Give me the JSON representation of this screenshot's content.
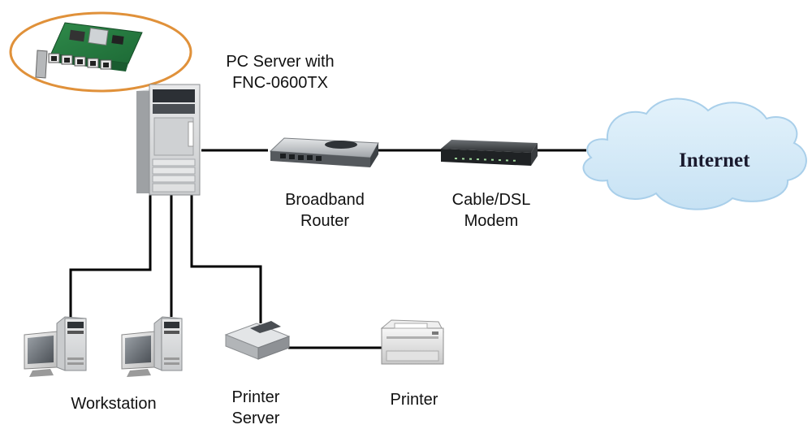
{
  "diagram": {
    "nodes": {
      "pc_server": {
        "line1": "PC Server with",
        "line2": "FNC-0600TX",
        "icon": "tower-server-icon"
      },
      "nic_card": {
        "icon": "network-card-icon"
      },
      "router": {
        "line1": "Broadband",
        "line2": "Router",
        "icon": "router-icon"
      },
      "modem": {
        "line1": "Cable/DSL",
        "line2": "Modem",
        "icon": "modem-icon"
      },
      "internet": {
        "label": "Internet",
        "icon": "cloud-icon"
      },
      "workstation": {
        "label": "Workstation",
        "icon": "desktop-computer-icon"
      },
      "printer_server": {
        "line1": "Printer",
        "line2": "Server",
        "icon": "print-server-icon"
      },
      "printer": {
        "label": "Printer",
        "icon": "laser-printer-icon"
      }
    },
    "colors": {
      "cable": "#000000",
      "highlight_ellipse": "#e0913a",
      "cloud_fill": "#d6ebf8",
      "cloud_edge": "#b5d6ee",
      "device_gray": "#d9d9d9",
      "dark_device": "#3a3d40"
    }
  }
}
